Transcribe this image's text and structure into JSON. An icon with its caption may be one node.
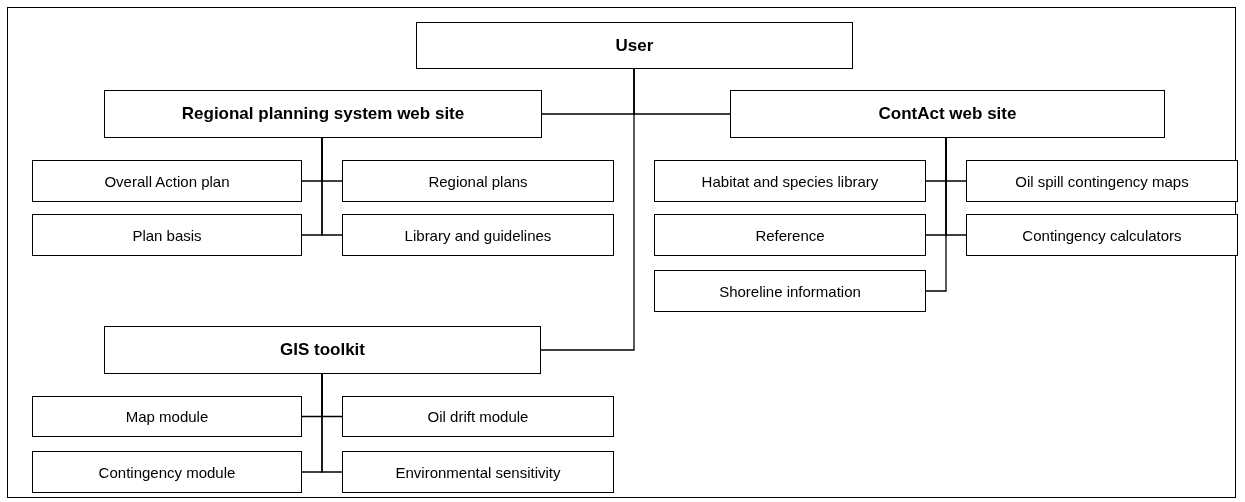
{
  "diagram": {
    "nodes": [
      {
        "text": [
          "User"
        ]
      },
      {
        "text": [
          "Regional planning system web site"
        ]
      },
      {
        "text": [
          "ContAct web site"
        ]
      },
      {
        "text": [
          "Overall Action plan"
        ]
      },
      {
        "text": [
          "Regional plans"
        ]
      },
      {
        "text": [
          "Habitat and species library"
        ]
      },
      {
        "text": [
          "Oil spill contingency maps"
        ]
      },
      {
        "text": [
          "Plan basis"
        ]
      },
      {
        "text": [
          "Library and guidelines"
        ]
      },
      {
        "text": [
          "Reference"
        ]
      },
      {
        "text": [
          "Contingency calculators"
        ]
      },
      {
        "text": [
          "Shoreline information"
        ]
      },
      {
        "text": [
          "GIS toolkit"
        ]
      },
      {
        "text": [
          "Map module"
        ]
      },
      {
        "text": [
          "Oil drift module"
        ]
      },
      {
        "text": [
          "Contingency module"
        ]
      },
      {
        "text": [
          "Environmental sensitivity"
        ]
      }
    ],
    "edges": [
      {
        "from": 0,
        "to": 1,
        "arrow": "none"
      },
      {
        "from": 0,
        "to": 2,
        "arrow": "none"
      },
      {
        "from": 0,
        "to": 12,
        "arrow": "none"
      },
      {
        "from": 1,
        "to": 3,
        "arrow": "none"
      },
      {
        "from": 1,
        "to": 4,
        "arrow": "none"
      },
      {
        "from": 1,
        "to": 7,
        "arrow": "none"
      },
      {
        "from": 1,
        "to": 8,
        "arrow": "none"
      },
      {
        "from": 2,
        "to": 5,
        "arrow": "none"
      },
      {
        "from": 2,
        "to": 6,
        "arrow": "none"
      },
      {
        "from": 2,
        "to": 9,
        "arrow": "none"
      },
      {
        "from": 2,
        "to": 10,
        "arrow": "none"
      },
      {
        "from": 2,
        "to": 11,
        "arrow": "none"
      },
      {
        "from": 12,
        "to": 13,
        "arrow": "none"
      },
      {
        "from": 12,
        "to": 14,
        "arrow": "none"
      },
      {
        "from": 12,
        "to": 15,
        "arrow": "none"
      },
      {
        "from": 12,
        "to": 16,
        "arrow": "none"
      }
    ]
  }
}
